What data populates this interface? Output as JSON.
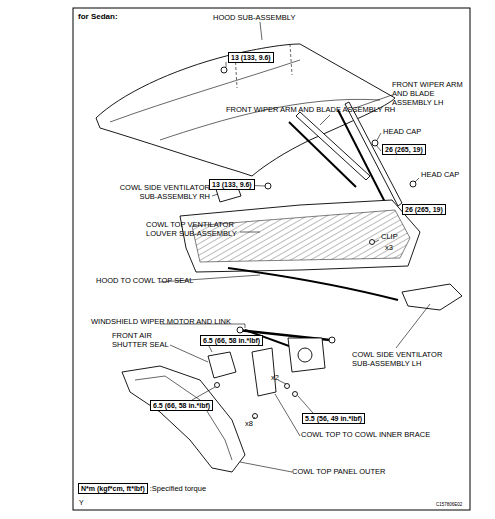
{
  "diagram": {
    "title": "for Sedan:",
    "nodes": [
      {
        "text": [
          "13 (133, 9.6)"
        ]
      },
      {
        "text": [
          "13 (133, 9.6)"
        ]
      },
      {
        "text": [
          "26 (265, 19)"
        ]
      },
      {
        "text": [
          "26 (265, 19)"
        ]
      },
      {
        "text": [
          "6.5 (66, 58 in.*lbf)"
        ]
      },
      {
        "text": [
          "6.5 (66, 58 in.*lbf)"
        ]
      },
      {
        "text": [
          "5.5 (56, 49 in.*lbf)"
        ]
      },
      {
        "text": [
          "N*m (kgf*cm, ft*lbf)"
        ]
      }
    ],
    "labels": [
      "HOOD SUB-ASSEMBLY",
      "FRONT WIPER ARM AND BLADE ASSEMBLY RH",
      "FRONT WIPER ARM AND BLADE ASSEMBLY LH",
      "HEAD CAP",
      "HEAD CAP",
      "COWL SIDE VENTILATOR SUB-ASSEMBLY RH",
      "COWL TOP VENTILATOR LOUVER SUB-ASSEMBLY",
      "CLIP",
      "x3",
      "HOOD TO COWL TOP SEAL",
      "WINDSHIELD WIPER MOTOR AND LINK",
      "FRONT AIR SHUTTER SEAL",
      "COWL SIDE VENTILATOR SUB-ASSEMBLY LH",
      "x2",
      "x8",
      "COWL TOP TO COWL INNER BRACE",
      "COWL TOP PANEL OUTER",
      "Y",
      "C157806E02"
    ],
    "legend": [
      {
        "text": ":Specified torque"
      }
    ]
  }
}
